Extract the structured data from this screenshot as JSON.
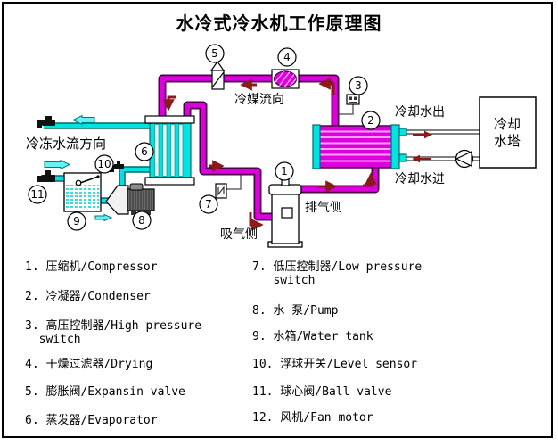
{
  "title": "水冷式冷水机工作原理图",
  "colors": {
    "refrigerant_pipe": "#DD00DD",
    "refrigerant_pipe_outline": "#4D004D",
    "water_pipe": "#00E3E3",
    "water_pipe_outline": "#006A6A",
    "flow_arrow": "#8B1A1A"
  },
  "diagram": {
    "labels": {
      "refrigerant_flow": "冷媒流向",
      "chilled_water_flow": "冷冻水流方向",
      "cooling_water_out": "冷却水出",
      "cooling_water_in": "冷却水进",
      "cooling_tower_line1": "冷却",
      "cooling_tower_line2": "水塔",
      "discharge_side": "排气侧",
      "suction_side": "吸气侧"
    },
    "markers": [
      "1",
      "2",
      "3",
      "4",
      "5",
      "6",
      "7",
      "8",
      "9",
      "10",
      "11"
    ]
  },
  "legend": {
    "left": [
      "1. 压缩机/Compressor",
      "2. 冷凝器/Condenser",
      "3. 高压控制器/High pressure\n  switch",
      "4. 干燥过滤器/Drying",
      "5. 膨胀阀/Expansin valve",
      "6. 蒸发器/Evaporator"
    ],
    "right": [
      "7. 低压控制器/Low pressure\n   switch",
      "8. 水 泵/Pump",
      "9. 水箱/Water tank",
      "10. 浮球开关/Level sensor",
      "11. 球心阀/Ball valve",
      "12. 风机/Fan motor"
    ]
  }
}
